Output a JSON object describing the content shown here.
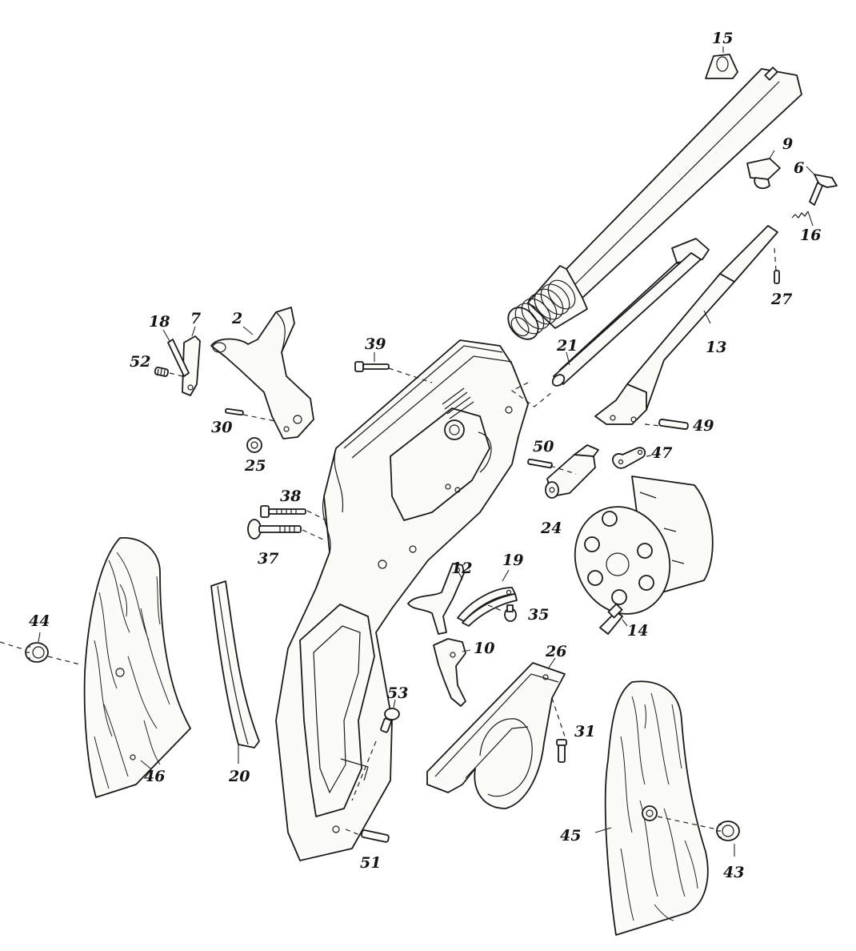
{
  "parts": [
    {
      "id": "2"
    },
    {
      "id": "6"
    },
    {
      "id": "7"
    },
    {
      "id": "9"
    },
    {
      "id": "10"
    },
    {
      "id": "12"
    },
    {
      "id": "13"
    },
    {
      "id": "14"
    },
    {
      "id": "15"
    },
    {
      "id": "16"
    },
    {
      "id": "18"
    },
    {
      "id": "19"
    },
    {
      "id": "20"
    },
    {
      "id": "21"
    },
    {
      "id": "24"
    },
    {
      "id": "25"
    },
    {
      "id": "26"
    },
    {
      "id": "27"
    },
    {
      "id": "30"
    },
    {
      "id": "31"
    },
    {
      "id": "35"
    },
    {
      "id": "37"
    },
    {
      "id": "38"
    },
    {
      "id": "39"
    },
    {
      "id": "43"
    },
    {
      "id": "44"
    },
    {
      "id": "45"
    },
    {
      "id": "46"
    },
    {
      "id": "47"
    },
    {
      "id": "49"
    },
    {
      "id": "50"
    },
    {
      "id": "51"
    },
    {
      "id": "52"
    },
    {
      "id": "53"
    }
  ],
  "colors": {
    "ink": "#1a1a1a",
    "paper": "#ffffff",
    "part_fill": "#fbfbf8"
  }
}
